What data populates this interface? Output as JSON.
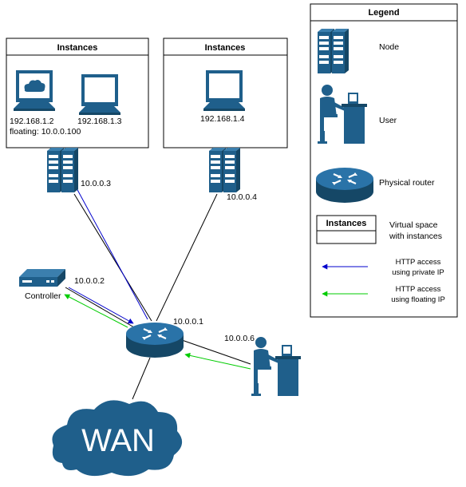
{
  "colors": {
    "device_blue": "#1f5f8b",
    "private_ip_line": "#0000cc",
    "floating_ip_line": "#00cc00",
    "link_line": "#000000"
  },
  "instances_left": {
    "title": "Instances",
    "vm1_ip": "192.168.1.2",
    "vm1_floating": "floating: 10.0.0.100",
    "vm2_ip": "192.168.1.3"
  },
  "instances_right": {
    "title": "Instances",
    "vm_ip": "192.168.1.4"
  },
  "nodes": {
    "node_left_ip": "10.0.0.3",
    "node_right_ip": "10.0.0.4"
  },
  "controller": {
    "ip": "10.0.0.2",
    "label": "Controller"
  },
  "router": {
    "ip": "10.0.0.1"
  },
  "user": {
    "ip": "10.0.0.6"
  },
  "wan": {
    "label": "WAN"
  },
  "legend": {
    "title": "Legend",
    "node": "Node",
    "user": "User",
    "router": "Physical router",
    "instances_box_title": "Instances",
    "virtual_space_line1": "Virtual space",
    "virtual_space_line2": "with instances",
    "http_private_line1": "HTTP access",
    "http_private_line2": "using private IP",
    "http_floating_line1": "HTTP access",
    "http_floating_line2": "using floating IP"
  }
}
